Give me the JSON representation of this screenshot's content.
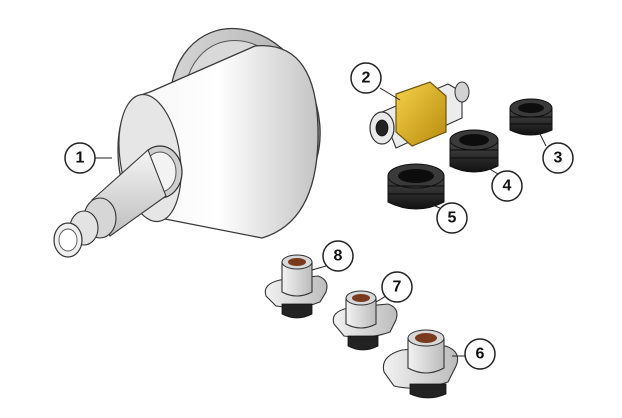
{
  "diagram": {
    "callouts": [
      {
        "id": "1",
        "label": "1",
        "part": "large-funnel-adapter"
      },
      {
        "id": "2",
        "label": "2",
        "part": "brass-nut-valve-adapter"
      },
      {
        "id": "3",
        "label": "3",
        "part": "rubber-seal-small"
      },
      {
        "id": "4",
        "label": "4",
        "part": "rubber-seal-medium"
      },
      {
        "id": "5",
        "label": "5",
        "part": "rubber-seal-large"
      },
      {
        "id": "6",
        "label": "6",
        "part": "flanged-cap-adapter-large"
      },
      {
        "id": "7",
        "label": "7",
        "part": "flanged-cap-adapter-medium"
      },
      {
        "id": "8",
        "label": "8",
        "part": "flanged-cap-adapter-small"
      }
    ],
    "colors": {
      "metal_light": "#e8e8e8",
      "metal_mid": "#c9c9c9",
      "metal_dark": "#7a7a7a",
      "rubber": "#2a2a2a",
      "brass": "#e0b21a",
      "outline": "#3a3a3a"
    }
  }
}
